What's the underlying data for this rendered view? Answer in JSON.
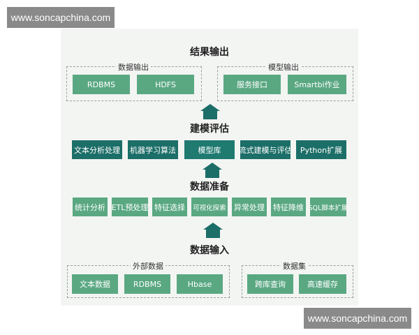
{
  "watermark": {
    "top": "www.soncapchina.com",
    "bottom": "www.soncapchina.com"
  },
  "colors": {
    "box": "#5aa882",
    "box_dark": "#1c6e68",
    "arrow": "#1c6e68",
    "panel": "#f3f5f3"
  },
  "output": {
    "title": "结果输出",
    "data_output": {
      "label": "数据输出",
      "items": [
        "RDBMS",
        "HDFS"
      ]
    },
    "model_output": {
      "label": "模型输出",
      "items": [
        "服务接口",
        "Smartbi作业"
      ]
    }
  },
  "modeling": {
    "title": "建模评估",
    "items": [
      "文本分析处理",
      "机器学习算法",
      "模型库",
      "流式建模与评估",
      "Python扩展"
    ]
  },
  "preparation": {
    "title": "数据准备",
    "items": [
      "统计分析",
      "ETL预处理",
      "特征选择",
      "可视化探索",
      "异常处理",
      "特征降维",
      "SQL脚本扩展"
    ]
  },
  "input": {
    "title": "数据输入",
    "external": {
      "label": "外部数据",
      "items": [
        "文本数据",
        "RDBMS",
        "Hbase"
      ]
    },
    "dataset": {
      "label": "数据集",
      "items": [
        "跨库查询",
        "高速缓存"
      ]
    }
  }
}
